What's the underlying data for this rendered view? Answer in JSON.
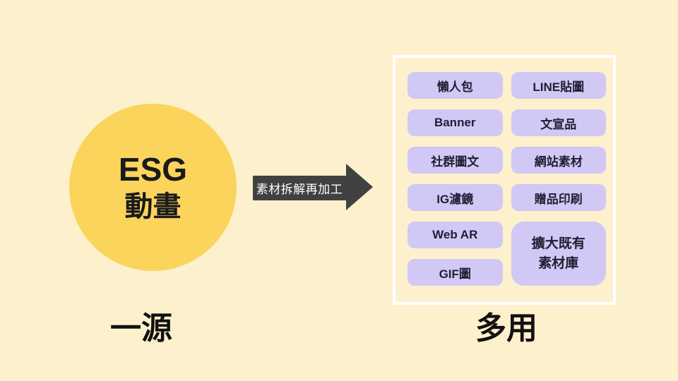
{
  "canvas": {
    "background_color": "#FDF0CD"
  },
  "source": {
    "circle_color": "#FBD45C",
    "line1": "ESG",
    "line2": "動畫",
    "label": "一源"
  },
  "arrow": {
    "color": "#414141",
    "text_color": "#FFFFFF",
    "label": "素材拆解再加工"
  },
  "outputs": {
    "label": "多用",
    "box_border_color": "#FFFFFF",
    "chip_color": "#D1C8F5",
    "chip_text_color": "#1F1F33",
    "left_column": [
      "懶人包",
      "Banner",
      "社群圖文",
      "IG濾鏡",
      "Web AR",
      "GIF圖"
    ],
    "right_column": [
      "LINE貼圖",
      "文宣品",
      "網站素材",
      "贈品印刷"
    ],
    "tall_chip": {
      "line1": "擴大既有",
      "line2": "素材庫"
    }
  }
}
